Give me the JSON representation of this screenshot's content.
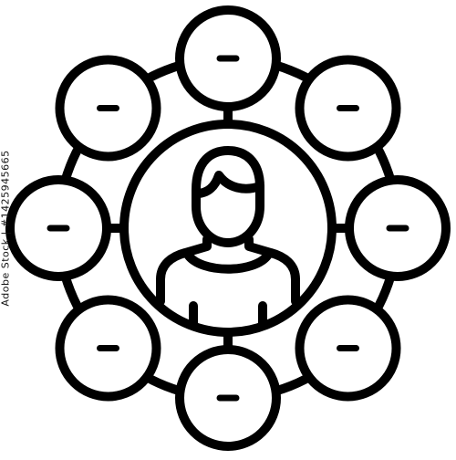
{
  "icon": {
    "name": "user-network-icon",
    "stroke_color": "#000000",
    "background_color": "#ffffff",
    "center": {
      "name": "person-avatar-icon"
    },
    "nodes": [
      {
        "name": "node-top",
        "mark": "–"
      },
      {
        "name": "node-top-right",
        "mark": "–"
      },
      {
        "name": "node-right",
        "mark": "–"
      },
      {
        "name": "node-bottom-right",
        "mark": "–"
      },
      {
        "name": "node-bottom",
        "mark": "–"
      },
      {
        "name": "node-bottom-left",
        "mark": "–"
      },
      {
        "name": "node-left",
        "mark": "–"
      },
      {
        "name": "node-top-left",
        "mark": "–"
      }
    ]
  },
  "watermark": {
    "id_text": "Adobe Stock | #1425945665",
    "color": "#111111"
  }
}
